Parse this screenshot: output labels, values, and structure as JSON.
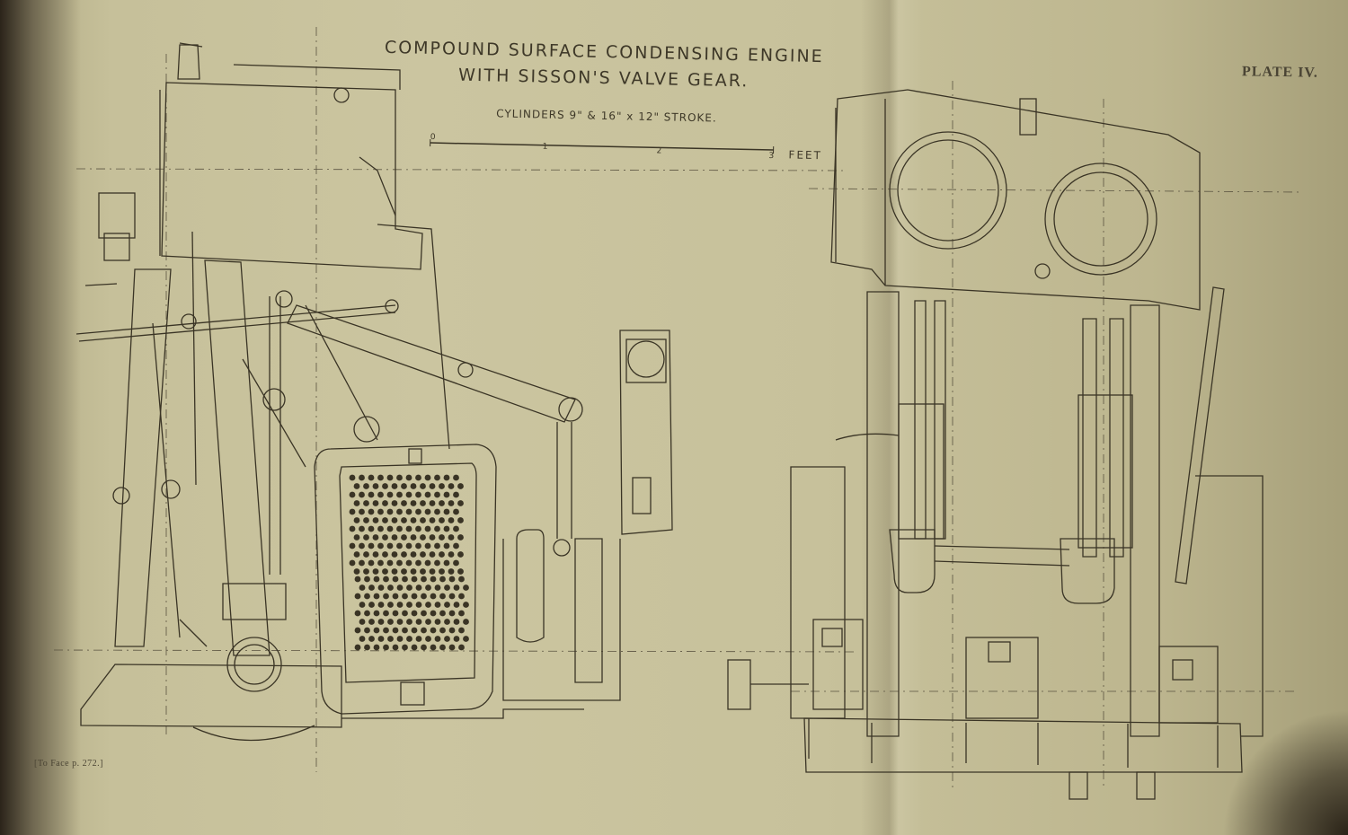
{
  "plate": {
    "title_line_1": "COMPOUND SURFACE CONDENSING ENGINE",
    "title_line_2": "WITH SISSON'S VALVE GEAR.",
    "subtitle": "CYLINDERS 9\" & 16\" x 12\" STROKE.",
    "plate_number": "PLATE IV.",
    "page_reference": "[To Face p. 272.]",
    "scale": {
      "ticks": [
        "0",
        "1",
        "2",
        "3"
      ],
      "unit": "FEET"
    }
  },
  "colors": {
    "paper": "#c9c39e",
    "ink": "#3a3425",
    "background": "#3a3226"
  }
}
